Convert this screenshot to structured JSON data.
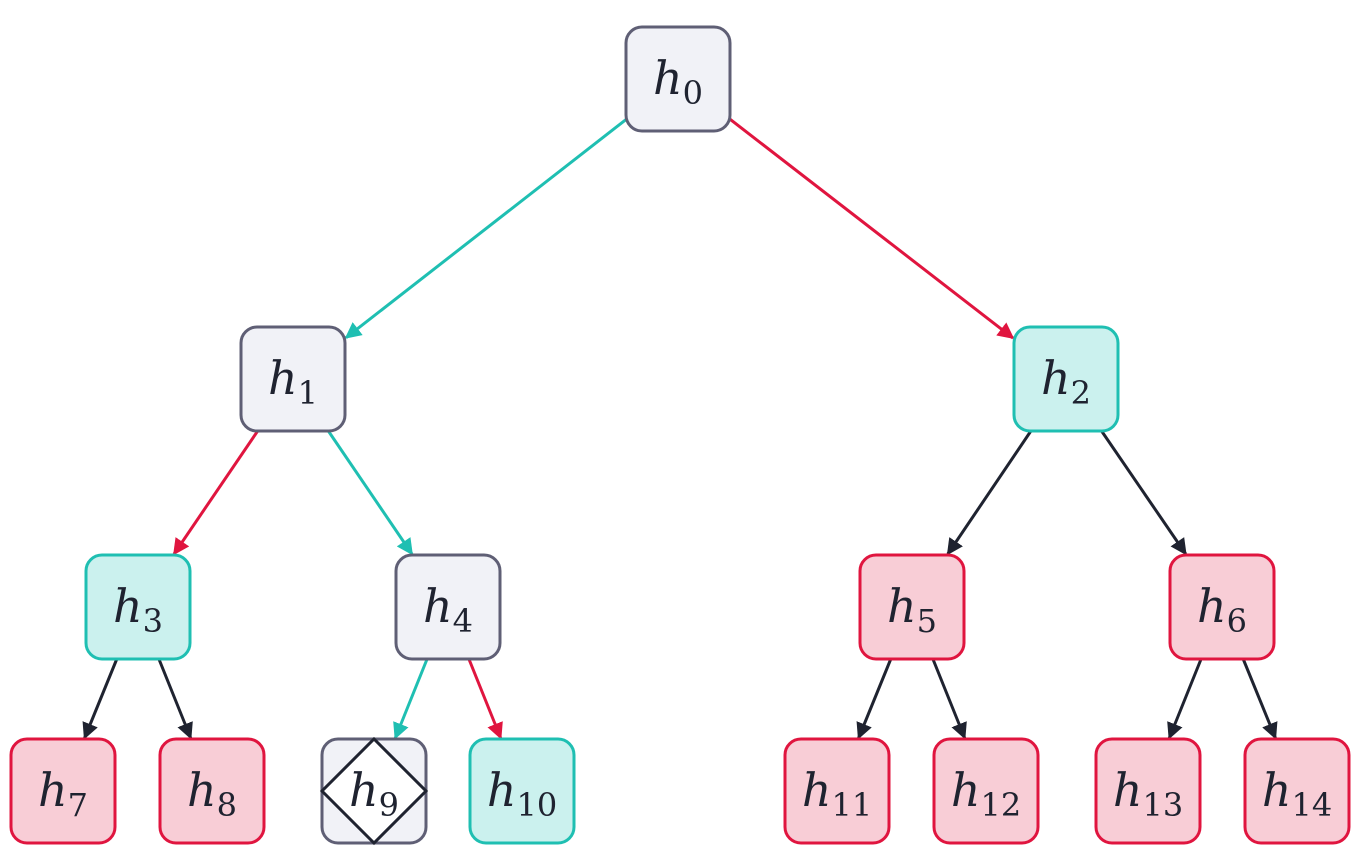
{
  "colors": {
    "gray_fill": "#f1f2f7",
    "gray_stroke": "#5f5f75",
    "teal_fill": "#cbf1ee",
    "teal_stroke": "#1fbfb2",
    "red_fill": "#f8cdd6",
    "red_stroke": "#e0153f",
    "teal_edge": "#1fbfb2",
    "red_edge": "#e0153f",
    "dark_edge": "#1f2330"
  },
  "nodes": [
    {
      "id": "h0",
      "base": "h",
      "sub": "0",
      "style": "gray"
    },
    {
      "id": "h1",
      "base": "h",
      "sub": "1",
      "style": "gray"
    },
    {
      "id": "h2",
      "base": "h",
      "sub": "2",
      "style": "teal"
    },
    {
      "id": "h3",
      "base": "h",
      "sub": "3",
      "style": "teal"
    },
    {
      "id": "h4",
      "base": "h",
      "sub": "4",
      "style": "gray"
    },
    {
      "id": "h5",
      "base": "h",
      "sub": "5",
      "style": "red"
    },
    {
      "id": "h6",
      "base": "h",
      "sub": "6",
      "style": "red"
    },
    {
      "id": "h7",
      "base": "h",
      "sub": "7",
      "style": "red"
    },
    {
      "id": "h8",
      "base": "h",
      "sub": "8",
      "style": "red"
    },
    {
      "id": "h9",
      "base": "h",
      "sub": "9",
      "style": "gray",
      "marker": "diamond"
    },
    {
      "id": "h10",
      "base": "h",
      "sub": "10",
      "style": "teal"
    },
    {
      "id": "h11",
      "base": "h",
      "sub": "11",
      "style": "red"
    },
    {
      "id": "h12",
      "base": "h",
      "sub": "12",
      "style": "red"
    },
    {
      "id": "h13",
      "base": "h",
      "sub": "13",
      "style": "red"
    },
    {
      "id": "h14",
      "base": "h",
      "sub": "14",
      "style": "red"
    }
  ],
  "edges": [
    {
      "from": "h0",
      "to": "h1",
      "color": "teal"
    },
    {
      "from": "h0",
      "to": "h2",
      "color": "red"
    },
    {
      "from": "h1",
      "to": "h3",
      "color": "red"
    },
    {
      "from": "h1",
      "to": "h4",
      "color": "teal"
    },
    {
      "from": "h2",
      "to": "h5",
      "color": "dark"
    },
    {
      "from": "h2",
      "to": "h6",
      "color": "dark"
    },
    {
      "from": "h3",
      "to": "h7",
      "color": "dark"
    },
    {
      "from": "h3",
      "to": "h8",
      "color": "dark"
    },
    {
      "from": "h4",
      "to": "h9",
      "color": "teal"
    },
    {
      "from": "h4",
      "to": "h10",
      "color": "red"
    },
    {
      "from": "h5",
      "to": "h11",
      "color": "dark"
    },
    {
      "from": "h5",
      "to": "h12",
      "color": "dark"
    },
    {
      "from": "h6",
      "to": "h13",
      "color": "dark"
    },
    {
      "from": "h6",
      "to": "h14",
      "color": "dark"
    }
  ]
}
